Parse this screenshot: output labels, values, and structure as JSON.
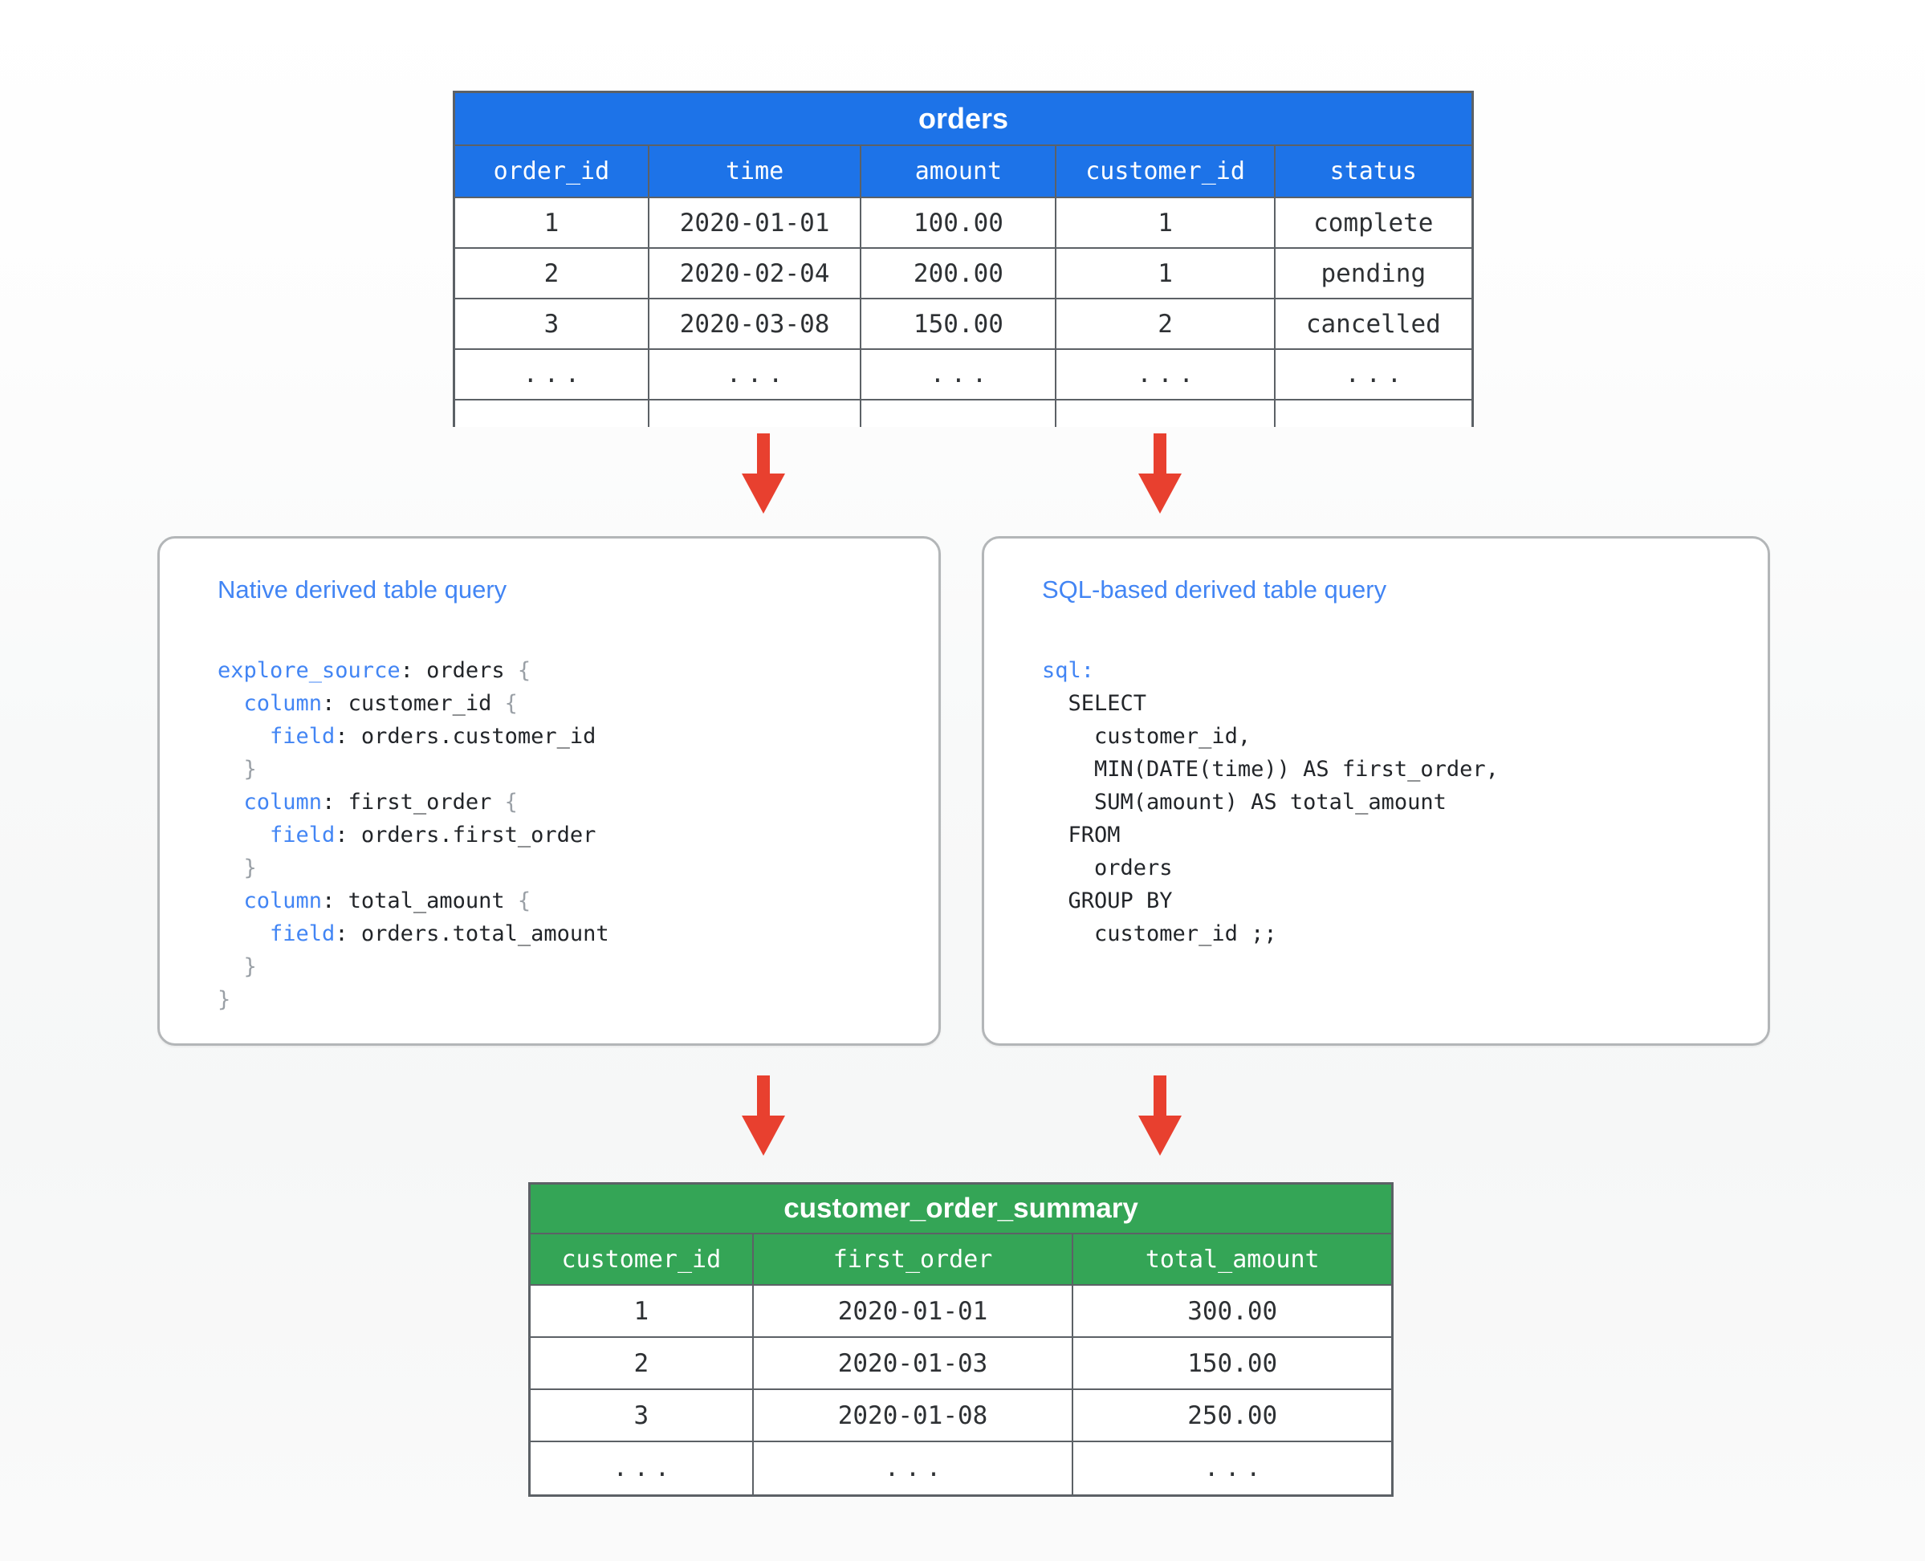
{
  "colors": {
    "table_blue": "#1d73e8",
    "table_green": "#34a556",
    "arrow_red": "#e8402f",
    "keyword_blue": "#4285f4",
    "brace_gray": "#9aa0a6",
    "grid_line": "#5c6166",
    "box_border": "#b3b6b8"
  },
  "orders_table": {
    "title": "orders",
    "columns": [
      "order_id",
      "time",
      "amount",
      "customer_id",
      "status"
    ],
    "col_widths": [
      19.1,
      20.9,
      19.2,
      21.5,
      19.3
    ],
    "rows": [
      [
        "1",
        "2020-01-01",
        "100.00",
        "1",
        "complete"
      ],
      [
        "2",
        "2020-02-04",
        "200.00",
        "1",
        "pending"
      ],
      [
        "3",
        "2020-03-08",
        "150.00",
        "2",
        "cancelled"
      ],
      [
        "...",
        "...",
        "...",
        "...",
        "..."
      ]
    ],
    "truncated": true
  },
  "native_box": {
    "title": "Native derived table query",
    "code": [
      [
        [
          "kw",
          "explore_source"
        ],
        [
          "t",
          ": orders "
        ],
        [
          "br",
          "{"
        ]
      ],
      [
        [
          "t",
          "  "
        ],
        [
          "kw",
          "column"
        ],
        [
          "t",
          ": customer_id "
        ],
        [
          "br",
          "{"
        ]
      ],
      [
        [
          "t",
          "    "
        ],
        [
          "kw",
          "field"
        ],
        [
          "t",
          ": orders.customer_id"
        ]
      ],
      [
        [
          "t",
          "  "
        ],
        [
          "br",
          "}"
        ]
      ],
      [
        [
          "t",
          "  "
        ],
        [
          "kw",
          "column"
        ],
        [
          "t",
          ": first_order "
        ],
        [
          "br",
          "{"
        ]
      ],
      [
        [
          "t",
          "    "
        ],
        [
          "kw",
          "field"
        ],
        [
          "t",
          ": orders.first_order"
        ]
      ],
      [
        [
          "t",
          "  "
        ],
        [
          "br",
          "}"
        ]
      ],
      [
        [
          "t",
          "  "
        ],
        [
          "kw",
          "column"
        ],
        [
          "t",
          ": total_amount "
        ],
        [
          "br",
          "{"
        ]
      ],
      [
        [
          "t",
          "    "
        ],
        [
          "kw",
          "field"
        ],
        [
          "t",
          ": orders.total_amount"
        ]
      ],
      [
        [
          "t",
          "  "
        ],
        [
          "br",
          "}"
        ]
      ],
      [
        [
          "br",
          "}"
        ]
      ]
    ]
  },
  "sql_box": {
    "title": "SQL-based derived table query",
    "code": [
      [
        [
          "kw",
          "sql:"
        ]
      ],
      [
        [
          "t",
          "  SELECT"
        ]
      ],
      [
        [
          "t",
          "    customer_id,"
        ]
      ],
      [
        [
          "t",
          "    MIN(DATE(time)) AS first_order,"
        ]
      ],
      [
        [
          "t",
          "    SUM(amount) AS total_amount"
        ]
      ],
      [
        [
          "t",
          "  FROM"
        ]
      ],
      [
        [
          "t",
          "    orders"
        ]
      ],
      [
        [
          "t",
          "  GROUP BY"
        ]
      ],
      [
        [
          "t",
          "    customer_id ;;"
        ]
      ]
    ]
  },
  "summary_table": {
    "title": "customer_order_summary",
    "columns": [
      "customer_id",
      "first_order",
      "total_amount"
    ],
    "col_widths": [
      25.9,
      37.2,
      36.9
    ],
    "rows": [
      [
        "1",
        "2020-01-01",
        "300.00"
      ],
      [
        "2",
        "2020-01-03",
        "150.00"
      ],
      [
        "3",
        "2020-01-08",
        "250.00"
      ],
      [
        "...",
        "...",
        "..."
      ]
    ],
    "truncated": false
  }
}
